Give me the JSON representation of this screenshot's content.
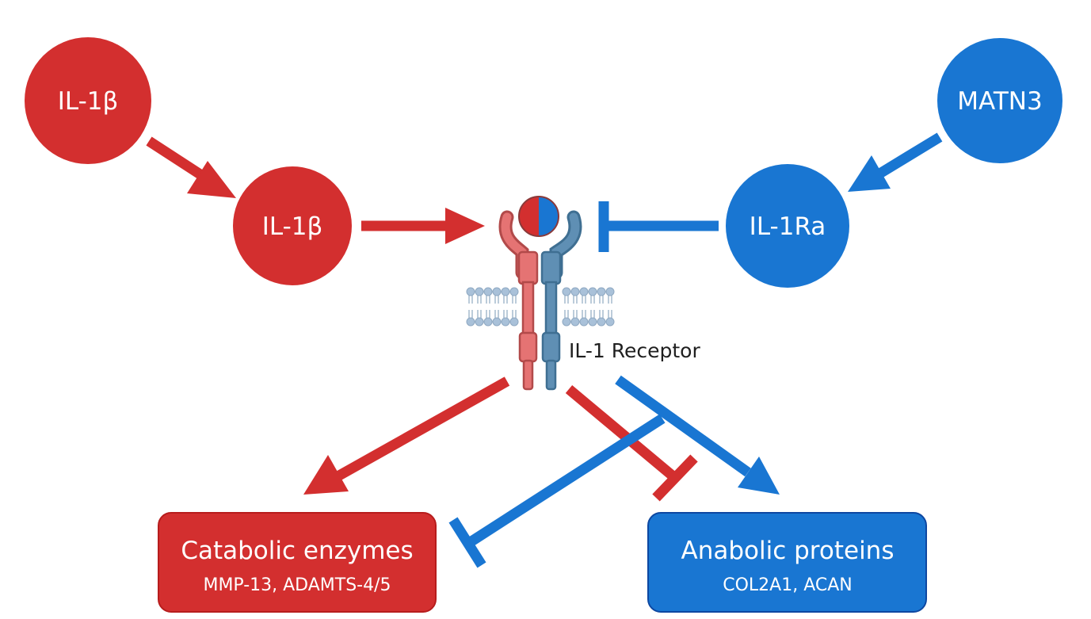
{
  "nodes": {
    "il1b_top": "IL-1β",
    "il1b_mid": "IL-1β",
    "matn3": "MATN3",
    "il1ra": "IL-1Ra"
  },
  "receptor_label": "IL-1 Receptor",
  "boxes": {
    "catabolic": {
      "title": "Catabolic enzymes",
      "subtitle": "MMP-13, ADAMTS-4/5"
    },
    "anabolic": {
      "title": "Anabolic proteins",
      "subtitle": "COL2A1, ACAN"
    }
  },
  "colors": {
    "red": "#d32f2f",
    "blue": "#1976d2",
    "receptor_red": "#e57373",
    "receptor_blue": "#5f8fb4",
    "membrane": "#a9c1d9"
  },
  "edges": [
    {
      "from": "IL-1β",
      "to": "IL-1β",
      "type": "activation",
      "color": "red"
    },
    {
      "from": "IL-1β",
      "to": "IL-1 Receptor",
      "type": "activation",
      "color": "red"
    },
    {
      "from": "MATN3",
      "to": "IL-1Ra",
      "type": "activation",
      "color": "blue"
    },
    {
      "from": "IL-1Ra",
      "to": "IL-1 Receptor",
      "type": "inhibition",
      "color": "blue"
    },
    {
      "from": "IL-1 Receptor",
      "to": "Catabolic enzymes",
      "type": "activation",
      "color": "red"
    },
    {
      "from": "IL-1 Receptor",
      "to": "Anabolic proteins",
      "type": "inhibition",
      "color": "red"
    },
    {
      "from": "IL-1 Receptor",
      "to": "Anabolic proteins",
      "type": "activation",
      "color": "blue"
    },
    {
      "from": "IL-1 Receptor",
      "to": "Catabolic enzymes",
      "type": "inhibition",
      "color": "blue"
    }
  ]
}
